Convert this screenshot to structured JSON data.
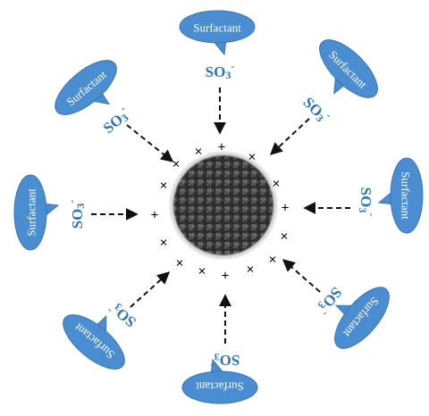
{
  "diagram": {
    "colors": {
      "bubble_fill": "#4a8ed1",
      "bubble_stroke": "#3a75b3",
      "label_color": "#2f75b5",
      "arrow_color": "#111111",
      "particle": "#3c3c3c"
    },
    "surfactant_label": "Surfactant",
    "sulfonate_main": "SO",
    "sulfonate_sub": "3",
    "sulfonate_sup": "-",
    "charge_symbol": "+",
    "charge_symbol_alt": "×"
  }
}
